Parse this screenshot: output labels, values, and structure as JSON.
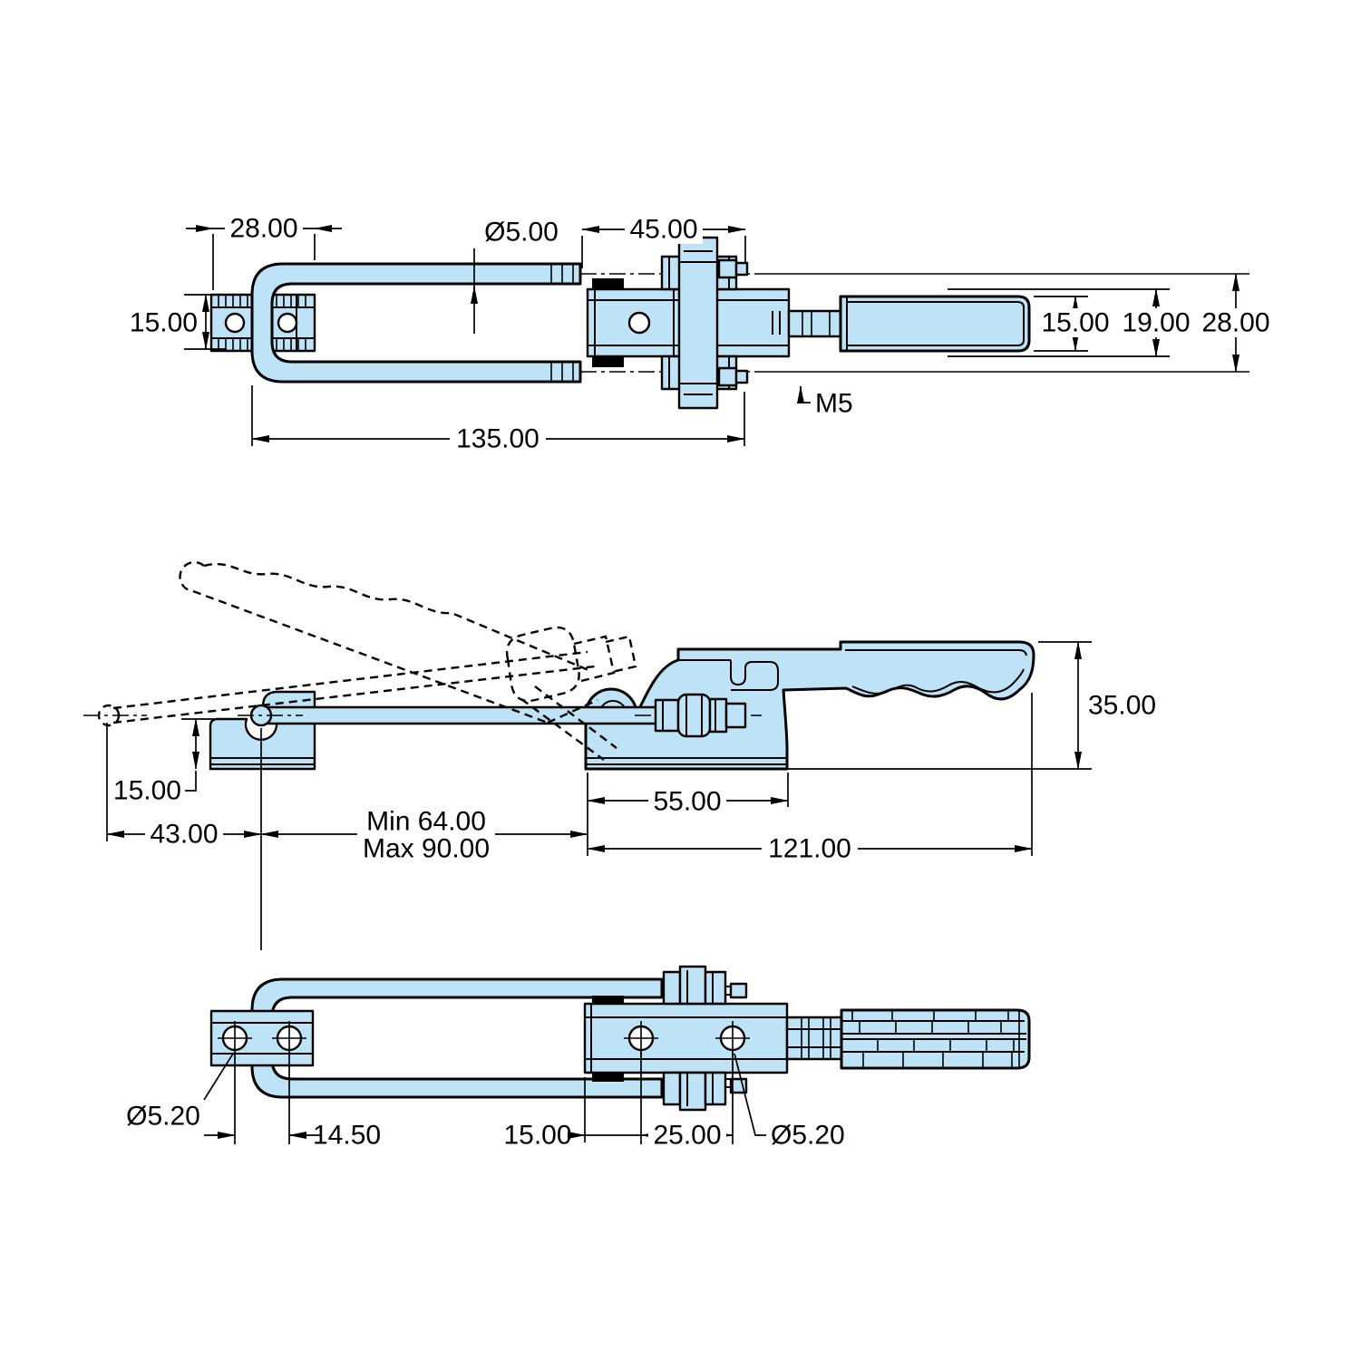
{
  "drawing": {
    "title": "Latch type toggle clamp - three view engineering drawing",
    "colors": {
      "part_fill": "#BEE3F6",
      "line": "#000000",
      "background": "#FFFFFF"
    }
  },
  "views": {
    "top": {
      "dims": {
        "bracket_width": "28.00",
        "rod_diameter": "Ø5.00",
        "clevis_span": "45.00",
        "bracket_height": "15.00",
        "overall_length": "135.00",
        "handle_width": "15.00",
        "body_width": "19.00",
        "rod_span": "28.00",
        "thread": "M5"
      }
    },
    "side": {
      "dims": {
        "height": "35.00",
        "keeper_height": "15.00",
        "keeper_offset": "43.00",
        "stroke_min": "Min 64.00",
        "stroke_max": "Max 90.00",
        "base_length": "55.00",
        "body_length": "121.00"
      }
    },
    "bottom": {
      "dims": {
        "keeper_hole_diameter": "Ø5.20",
        "keeper_hole_spacing": "14.50",
        "edge_to_hole": "15.00",
        "hole_spacing": "25.00",
        "body_hole_diameter": "Ø5.20"
      }
    }
  }
}
